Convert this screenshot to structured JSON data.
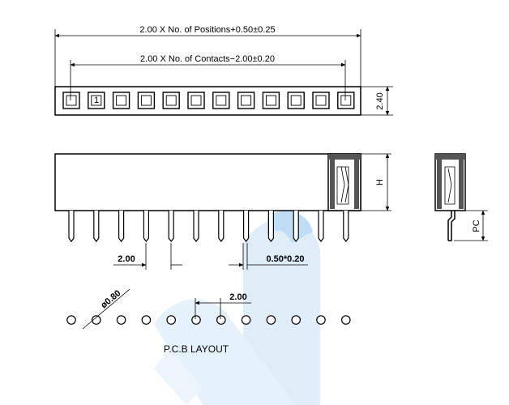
{
  "drawing": {
    "top_view": {
      "overall_length_label": "2.00 X No. of Positions+0.50±0.25",
      "contact_span_label": "2.00 X No. of Contacts−2.00±0.20",
      "width_label": "2.40",
      "cavity_count": 12,
      "first_contact_mark": "1"
    },
    "front_view": {
      "height_label": "H",
      "pitch_label": "2.00",
      "pin_size_label": "0.50*0.20",
      "pin_count": 12
    },
    "side_view": {
      "tail_label": "PC"
    },
    "pcb_layout": {
      "hole_diameter_label": "ø0.80",
      "pitch_label": "2.00",
      "hole_count": 12,
      "caption": "P.C.B  LAYOUT"
    },
    "colors": {
      "line": "#000000",
      "watermark": "#2f9be3"
    }
  }
}
